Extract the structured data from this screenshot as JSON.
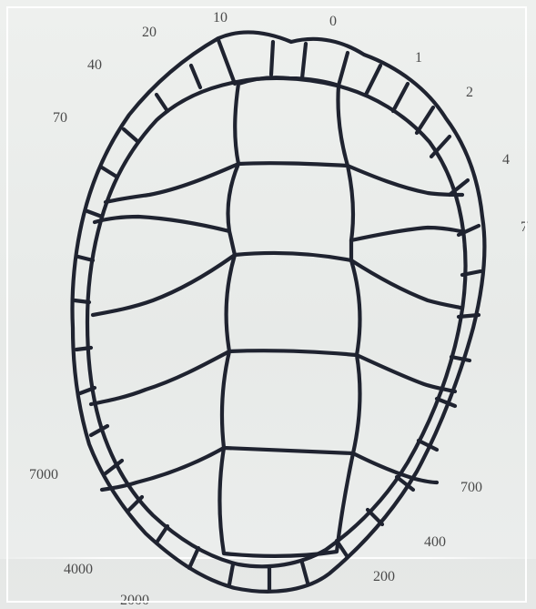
{
  "numbers": [
    {
      "text": "0"
    },
    {
      "text": "1"
    },
    {
      "text": "2"
    },
    {
      "text": "4"
    },
    {
      "text": "7"
    },
    {
      "text": "10"
    },
    {
      "text": "20"
    },
    {
      "text": "40"
    },
    {
      "text": "70"
    },
    {
      "text": "700"
    },
    {
      "text": "400"
    },
    {
      "text": "200"
    },
    {
      "text": "7000"
    },
    {
      "text": "4000"
    },
    {
      "text": "2000"
    }
  ],
  "colors": {
    "line": "#1f2330",
    "paper": "#eceeed",
    "text": "#4a4a4a"
  }
}
